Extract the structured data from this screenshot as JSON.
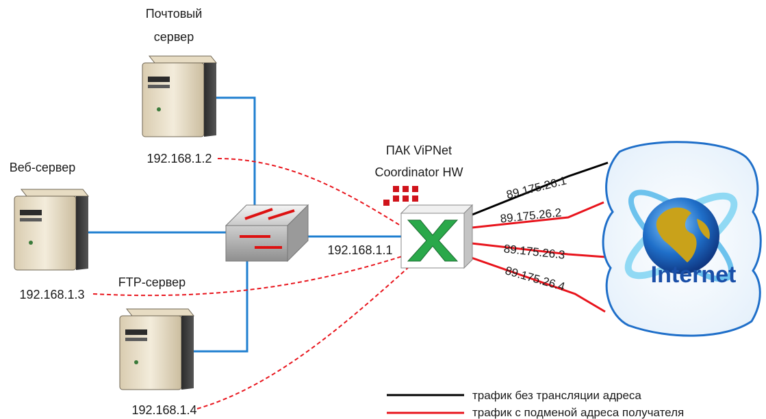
{
  "servers": {
    "mail": {
      "title_line1": "Почтовый",
      "title_line2": "сервер",
      "ip": "192.168.1.2"
    },
    "web": {
      "title": "Веб-сервер",
      "ip": "192.168.1.3"
    },
    "ftp": {
      "title": "FTP-сервер",
      "ip": "192.168.1.4"
    }
  },
  "coordinator": {
    "title_line1": "ПАК ViPNet",
    "title_line2": "Coordinator HW",
    "inner_ip": "192.168.1.1"
  },
  "external_ips": [
    "89.175.26.1",
    "89.175.26.2",
    "89.175.26.3",
    "89.175.26.4"
  ],
  "internet": {
    "label": "Internet"
  },
  "legend": [
    {
      "text": "трафик без трансляции адреса",
      "color": "#000000"
    },
    {
      "text": "трафик с подменой адреса получателя",
      "color": "#e8141c"
    }
  ],
  "colors": {
    "lan_link": "#1f7fd0",
    "nat_traffic": "#e8141c",
    "plain_traffic": "#000000"
  }
}
